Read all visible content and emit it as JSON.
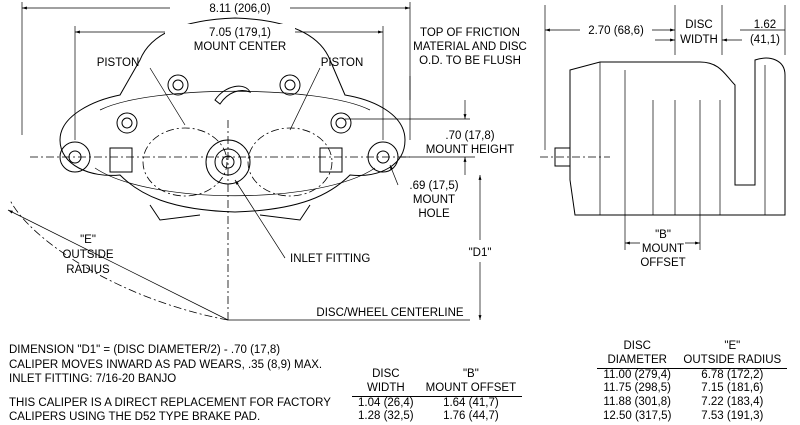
{
  "front_view": {
    "overall_width": "8.11 (206,0)",
    "mount_center_value": "7.05 (179,1)",
    "mount_center_label": "MOUNT CENTER",
    "piston_left": "PISTON",
    "piston_right": "PISTON",
    "flush_note": [
      "TOP OF FRICTION",
      "MATERIAL AND DISC",
      "O.D. TO BE FLUSH"
    ],
    "mount_height_value": ".70 (17,8)",
    "mount_height_label": "MOUNT HEIGHT",
    "mount_hole": [
      ".69 (17,5)",
      "MOUNT",
      "HOLE"
    ],
    "outside_radius": [
      "\"E\"",
      "OUTSIDE",
      "RADIUS"
    ],
    "inlet_fitting": "INLET FITTING",
    "d1": "\"D1\"",
    "centerline": "DISC/WHEEL CENTERLINE"
  },
  "side_view": {
    "depth": "2.70 (68,6)",
    "disc_width": [
      "DISC",
      "WIDTH"
    ],
    "offset_dim": [
      "1.62",
      "(41,1)"
    ],
    "mount_offset": [
      "\"B\"",
      "MOUNT",
      "OFFSET"
    ]
  },
  "notes": [
    "DIMENSION \"D1\" = (DISC DIAMETER/2) - .70 (17,8)",
    "CALIPER MOVES INWARD AS PAD WEARS, .35 (8,9) MAX.",
    "INLET FITTING: 7/16-20 BANJO",
    "THIS CALIPER IS A DIRECT REPLACEMENT FOR FACTORY",
    "CALIPERS USING THE D52 TYPE BRAKE PAD."
  ],
  "width_table": {
    "headers": [
      [
        "DISC",
        "WIDTH"
      ],
      [
        "\"B\"",
        "MOUNT OFFSET"
      ]
    ],
    "rows": [
      [
        "1.04  (26,4)",
        "1.64  (41,7)"
      ],
      [
        "1.28  (32,5)",
        "1.76  (44,7)"
      ]
    ]
  },
  "diameter_table": {
    "headers": [
      [
        "DISC",
        "DIAMETER"
      ],
      [
        "\"E\"",
        "OUTSIDE RADIUS"
      ]
    ],
    "rows": [
      [
        "11.00  (279,4)",
        "6.78  (172,2)"
      ],
      [
        "11.75  (298,5)",
        "7.15  (181,6)"
      ],
      [
        "11.88  (301,8)",
        "7.22  (183,4)"
      ],
      [
        "12.50  (317,5)",
        "7.53  (191,3)"
      ]
    ]
  }
}
